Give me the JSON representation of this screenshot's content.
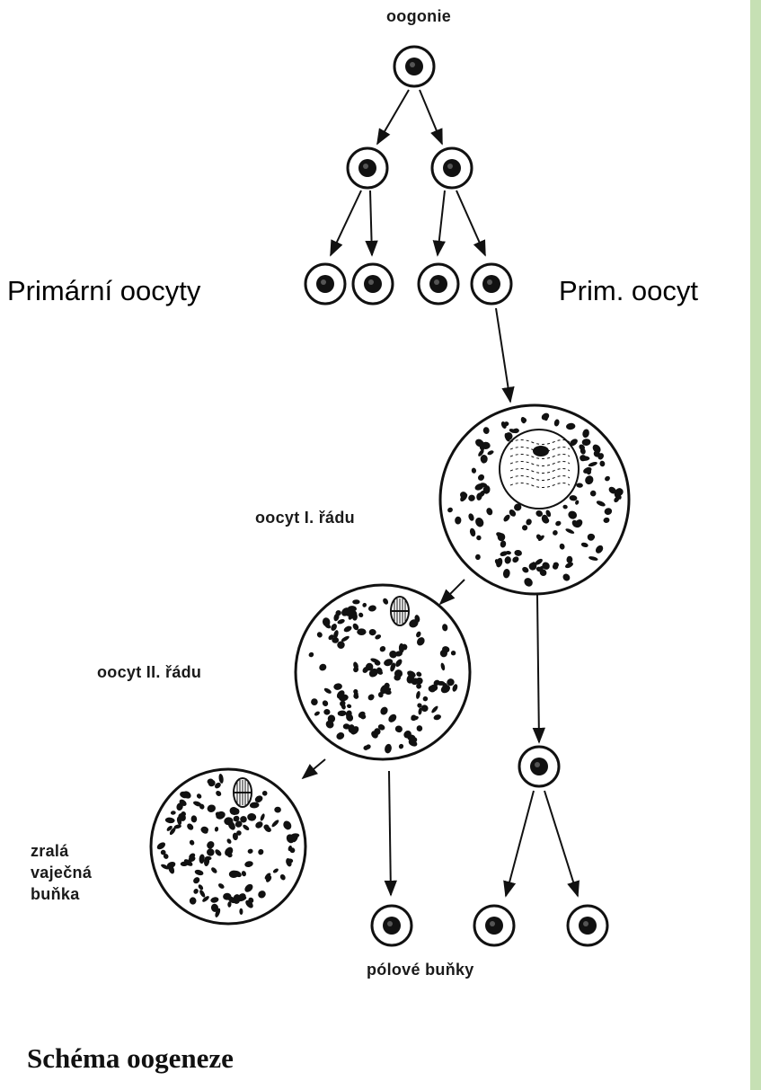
{
  "labels": {
    "oogonie": "oogonie",
    "primarni_oocyty": "Primární oocyty",
    "prim_oocyt": "Prim. oocyt",
    "oocyt_1": "oocyt I. řádu",
    "oocyt_2": "oocyt II. řádu",
    "zrala_line1": "zralá",
    "zrala_line2": "vaječná",
    "zrala_line3": "buňka",
    "polove_bunky": "pólové buňky",
    "title": "Schéma oogeneze"
  },
  "colors": {
    "frame": "#c6e0b4",
    "ink": "#111111",
    "page": "#ffffff"
  }
}
